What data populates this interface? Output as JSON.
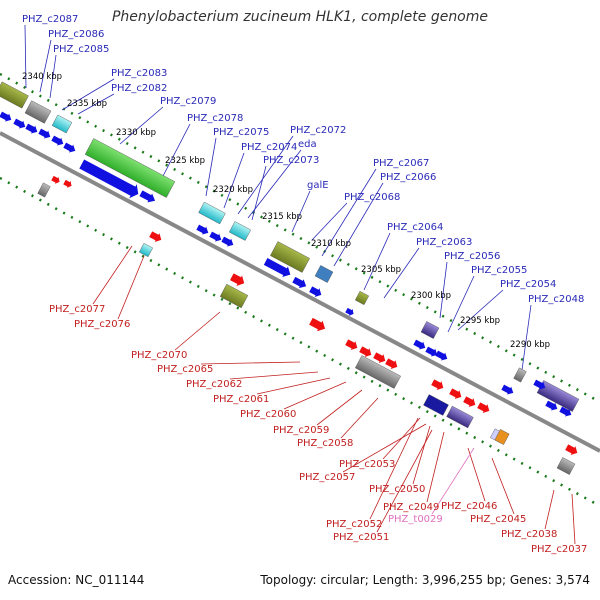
{
  "title": "Phenylobacterium zucineum HLK1, complete genome",
  "footer": {
    "accession": "Accession: NC_011144",
    "topology": "Topology: circular; Length: 3,996,255 bp; Genes: 3,574"
  },
  "colors": {
    "top_label": "#2a2ab8",
    "bottom_label": "#c22020",
    "trna_label": "#e070c0",
    "forward_gene": "#1010e0",
    "reverse_gene": "#ee1010",
    "backbone": "#888888",
    "tick": "#1a7a1a"
  },
  "ticks": [
    "2340 kbp",
    "2335 kbp",
    "2330 kbp",
    "2325 kbp",
    "2320 kbp",
    "2315 kbp",
    "2310 kbp",
    "2305 kbp",
    "2300 kbp",
    "2295 kbp",
    "2290 kbp"
  ],
  "top_labels": [
    "PHZ_c2087",
    "PHZ_c2086",
    "PHZ_c2085",
    "PHZ_c2083",
    "PHZ_c2082",
    "PHZ_c2079",
    "PHZ_c2078",
    "PHZ_c2075",
    "PHZ_c2074",
    "PHZ_c2072",
    "eda",
    "PHZ_c2073",
    "galE",
    "PHZ_c2068",
    "PHZ_c2067",
    "PHZ_c2066",
    "PHZ_c2064",
    "PHZ_c2063",
    "PHZ_c2056",
    "PHZ_c2055",
    "PHZ_c2054",
    "PHZ_c2048"
  ],
  "bottom_labels": [
    "PHZ_c2077",
    "PHZ_c2076",
    "PHZ_c2070",
    "PHZ_c2065",
    "PHZ_c2062",
    "PHZ_c2061",
    "PHZ_c2060",
    "PHZ_c2059",
    "PHZ_c2058",
    "PHZ_c2053",
    "PHZ_c2057",
    "PHZ_c2050",
    "PHZ_c2049",
    "PHZ_c2046",
    "PHZ_c2045",
    "PHZ_c2052",
    "PHZ_t0029",
    "PHZ_c2051",
    "PHZ_c2038",
    "PHZ_c2037"
  ]
}
